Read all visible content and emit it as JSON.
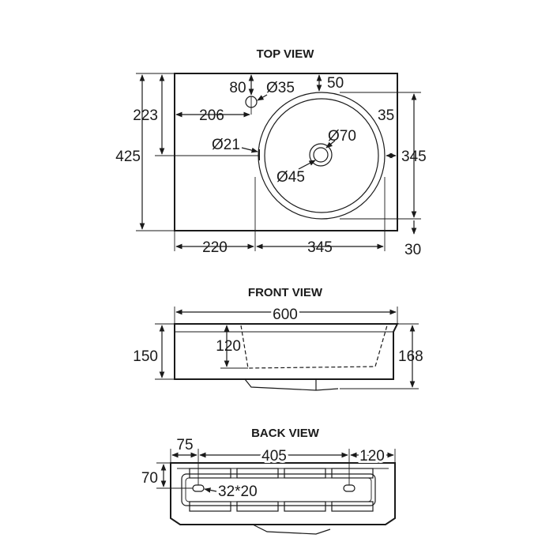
{
  "views": {
    "top": {
      "title": "TOP VIEW",
      "dims": {
        "d80": "80",
        "tap_hole": "Ø35",
        "d50": "50",
        "d223": "223",
        "d206": "206",
        "d35": "35",
        "d425": "425",
        "overflow": "Ø21",
        "waste_outer": "Ø70",
        "d345_v": "345",
        "waste_inner": "Ø45",
        "d220": "220",
        "d345_h": "345",
        "d30": "30"
      }
    },
    "front": {
      "title": "FRONT VIEW",
      "dims": {
        "d600": "600",
        "d150": "150",
        "d120": "120",
        "d168": "168"
      }
    },
    "back": {
      "title": "BACK VIEW",
      "dims": {
        "d75": "75",
        "d405": "405",
        "d120": "120",
        "d70": "70",
        "slot": "32*20"
      }
    }
  }
}
